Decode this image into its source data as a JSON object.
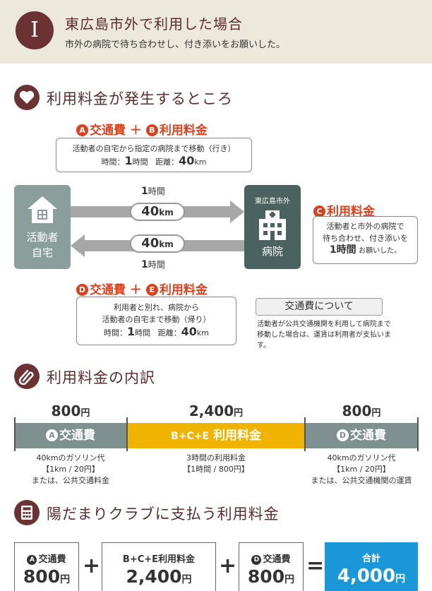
{
  "header": {
    "number": "I",
    "title": "東広島市外で利用した場合",
    "subtitle": "市外の病院で待ち合わせし、付き添いをお願いした。"
  },
  "section1": {
    "title": "利用料金が発生するところ",
    "label_ab": {
      "a": "A",
      "a_text": "交通費",
      "plus": "＋",
      "b": "B",
      "b_text": "利用料金"
    },
    "box_outbound": {
      "line1": "活動者の自宅から指定の病院まで移動（行き）",
      "time_label": "時間：",
      "time_value": "1",
      "time_unit": "時間",
      "dist_label": "距離：",
      "dist_value": "40",
      "dist_unit": "km"
    },
    "home_label_1": "活動者",
    "home_label_2": "自宅",
    "hospital_caption": "東広島市外",
    "hospital_label": "病院",
    "arrow_top": {
      "hour_value": "1",
      "hour_unit": "時間",
      "km_value": "40",
      "km_unit": "km"
    },
    "arrow_bottom": {
      "hour_value": "1",
      "hour_unit": "時間",
      "km_value": "40",
      "km_unit": "km"
    },
    "label_c": {
      "c": "C",
      "text": "利用料金"
    },
    "box_c": {
      "line1": "活動者と市外の病院で",
      "line2": "待ち合わせ、付き添いを",
      "line3_value": "1時間",
      "line3_text": "お願いした。"
    },
    "label_de": {
      "d": "D",
      "d_text": "交通費",
      "plus": "＋",
      "e": "E",
      "e_text": "利用料金"
    },
    "box_return": {
      "line1": "利用者と別れ、病院から",
      "line2": "活動者の自宅まで移動（帰り）",
      "time_label": "時間：",
      "time_value": "1",
      "time_unit": "時間",
      "dist_label": "距離：",
      "dist_value": "40",
      "dist_unit": "km"
    },
    "note_title": "交通費について",
    "note_body": "活動者が公共交通機関を利用して病院まで移動した場合は、運賃は利用者が支払います。"
  },
  "section2": {
    "title": "利用料金の内訳",
    "segments": [
      {
        "price": "800",
        "unit": "円",
        "mark": "A",
        "label": "交通費",
        "color": "#7e9190",
        "desc1": "40kmのガソリン代",
        "desc2": "【1km / 20円】",
        "desc3": "または、公共交通料金"
      },
      {
        "price": "2,400",
        "unit": "円",
        "mark": "B+C+E",
        "label": "利用料金",
        "color": "#f0b400",
        "desc1": "3時間の利用料金",
        "desc2": "【1時間 / 800円】",
        "desc3": ""
      },
      {
        "price": "800",
        "unit": "円",
        "mark": "D",
        "label": "交通費",
        "color": "#7e9190",
        "desc1": "40kmのガソリン代",
        "desc2": "【1km / 20円】",
        "desc3": "または、公共交通機関の運賃"
      }
    ]
  },
  "section3": {
    "title": "陽だまりクラブに支払う利用料金",
    "box_a": {
      "mark": "A",
      "label": "交通費",
      "value": "800",
      "unit": "円"
    },
    "box_bce": {
      "mark": "B+C+E",
      "label": "利用料金",
      "value": "2,400",
      "unit": "円"
    },
    "box_d": {
      "mark": "D",
      "label": "交通費",
      "value": "800",
      "unit": "円"
    },
    "plus": "+",
    "equals": "=",
    "total": {
      "label": "合計",
      "value": "4,000",
      "unit": "円",
      "color": "#1a97d8"
    }
  },
  "colors": {
    "brand": "#6a3233",
    "accent_red": "#d9421f",
    "gray_seg": "#7e9190",
    "yellow_seg": "#f0b400",
    "total_blue": "#1a97d8"
  }
}
